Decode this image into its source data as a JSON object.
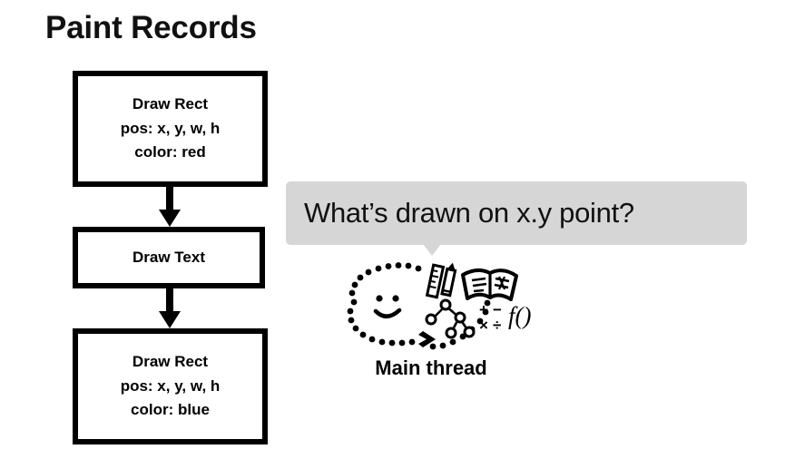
{
  "slide": {
    "title": "Paint Records",
    "background_color": "#ffffff",
    "ink_color": "#000000"
  },
  "paint_records": [
    {
      "name": "draw-rect-red",
      "lines": [
        "Draw Rect",
        "pos: x, y, w, h",
        "color: red"
      ],
      "op": "Draw Rect",
      "pos": "pos: x, y, w, h",
      "color": "color: red"
    },
    {
      "name": "draw-text",
      "lines": [
        "Draw Text"
      ],
      "op": "Draw Text",
      "pos": "",
      "color": ""
    },
    {
      "name": "draw-rect-blue",
      "lines": [
        "Draw Rect",
        "pos: x, y, w, h",
        "color: blue"
      ],
      "op": "Draw Rect",
      "pos": "pos: x, y, w, h",
      "color": "color: blue"
    }
  ],
  "callout": {
    "question": "What’s drawn on x.y point?",
    "bubble_color": "#d6d6d6"
  },
  "thread": {
    "label": "Main thread",
    "icons": [
      "smiley-face-icon",
      "ruler-icon",
      "pencil-icon",
      "open-book-icon",
      "tree-graph-icon",
      "math-operators-icon",
      "function-notation-icon",
      "dotted-loop-arrow-icon"
    ],
    "math_symbols_row1": "+ −",
    "math_symbols_row2": "× ÷",
    "function_notation": "f()"
  }
}
